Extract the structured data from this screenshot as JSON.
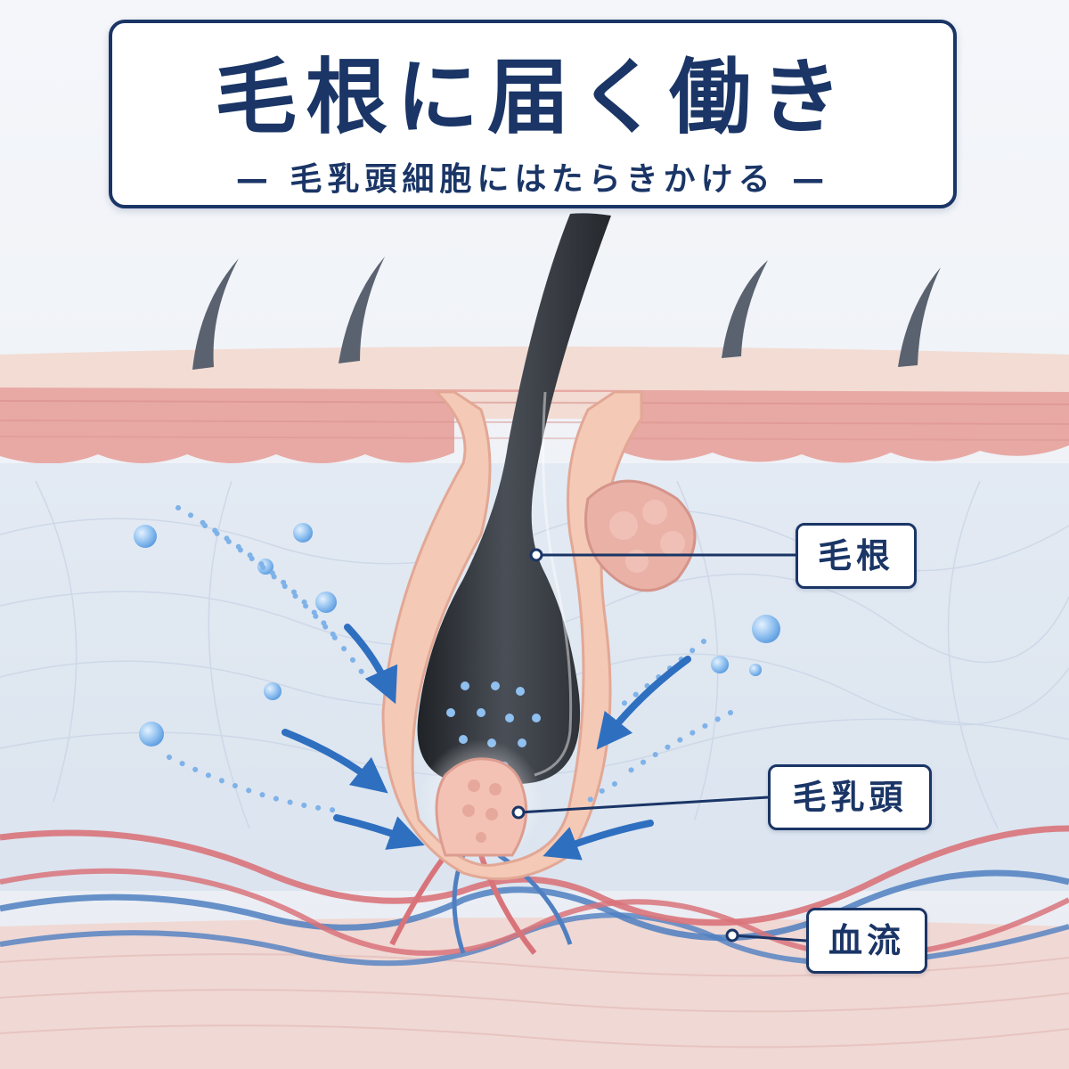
{
  "title": {
    "main": "毛根に届く働き",
    "subtitle": "— 毛乳頭細胞にはたらきかける —"
  },
  "labels": {
    "hair_root": "毛根",
    "dermal_papilla": "毛乳頭",
    "blood_flow": "血流"
  },
  "colors": {
    "navy": "#1a3566",
    "hair": "#2c3036",
    "epidermis": "#e8a9a4",
    "follicle_sheath": "#f4c9b6",
    "dermis": "#e6edf5",
    "artery": "#d9737a",
    "vein": "#4f7fc0",
    "arrow_blue": "#2f6fc0",
    "droplet": "#8fc0ef"
  }
}
